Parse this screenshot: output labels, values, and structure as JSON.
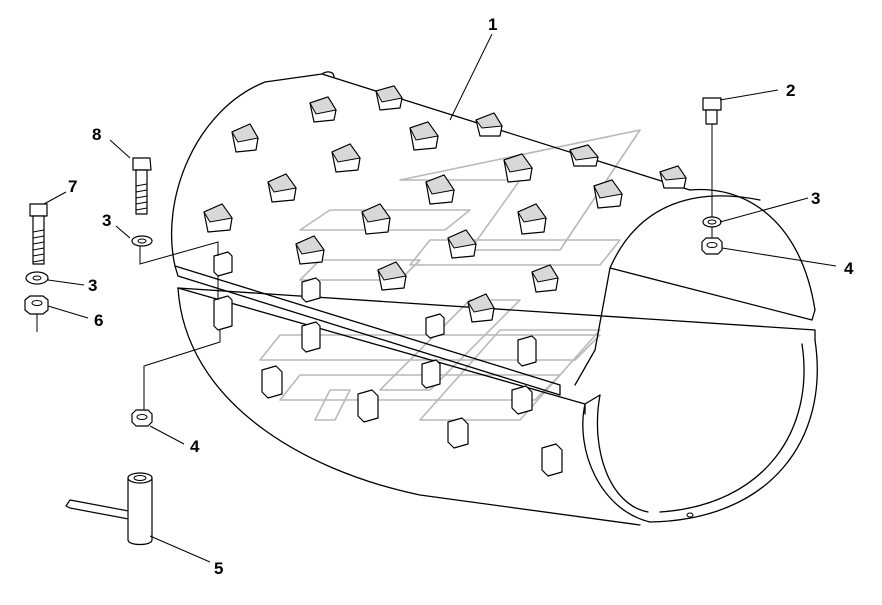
{
  "callouts": {
    "c1": "1",
    "c2": "2",
    "c3a": "3",
    "c3b": "3",
    "c3c": "3",
    "c4a": "4",
    "c4b": "4",
    "c5": "5",
    "c6": "6",
    "c7": "7",
    "c8": "8"
  },
  "parts": [
    {
      "id": "1",
      "name": "drum-shell-half"
    },
    {
      "id": "2",
      "name": "hex-bolt-short"
    },
    {
      "id": "3",
      "name": "washer"
    },
    {
      "id": "4",
      "name": "nut"
    },
    {
      "id": "5",
      "name": "t-handle-socket-wrench"
    },
    {
      "id": "6",
      "name": "nut"
    },
    {
      "id": "7",
      "name": "hex-bolt-long"
    },
    {
      "id": "8",
      "name": "hex-bolt-long"
    }
  ],
  "colors": {
    "line": "#000000",
    "watermark": "#b9b9b9",
    "background": "#ffffff"
  }
}
